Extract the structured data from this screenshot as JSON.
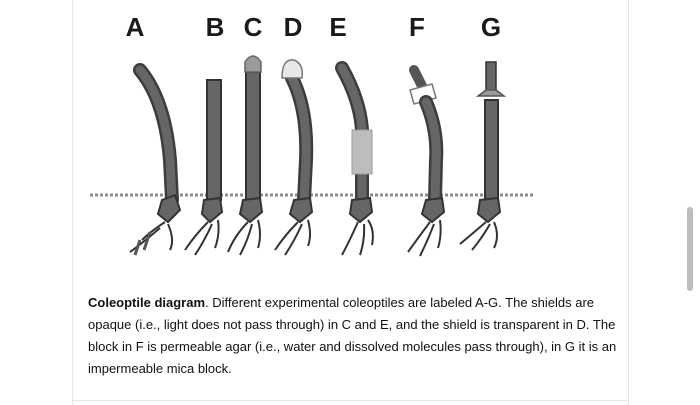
{
  "figure": {
    "labels": [
      "A",
      "B",
      "C",
      "D",
      "E",
      "F",
      "G"
    ]
  },
  "caption": {
    "title": "Coleoptile diagram",
    "body": ". Different experimental coleoptiles are labeled A-G. The shields are opaque (i.e., light does not pass through) in C and E, and the shield is transparent in D. The block in F is permeable agar (i.e., water and dissolved molecules pass through), in G it is an impermeable mica block."
  },
  "colors": {
    "stem": "#555555",
    "stem_edge": "#3a3a3a",
    "shield": "#9a9a9a",
    "agar": "#c0c0c0",
    "mica": "#888888"
  }
}
